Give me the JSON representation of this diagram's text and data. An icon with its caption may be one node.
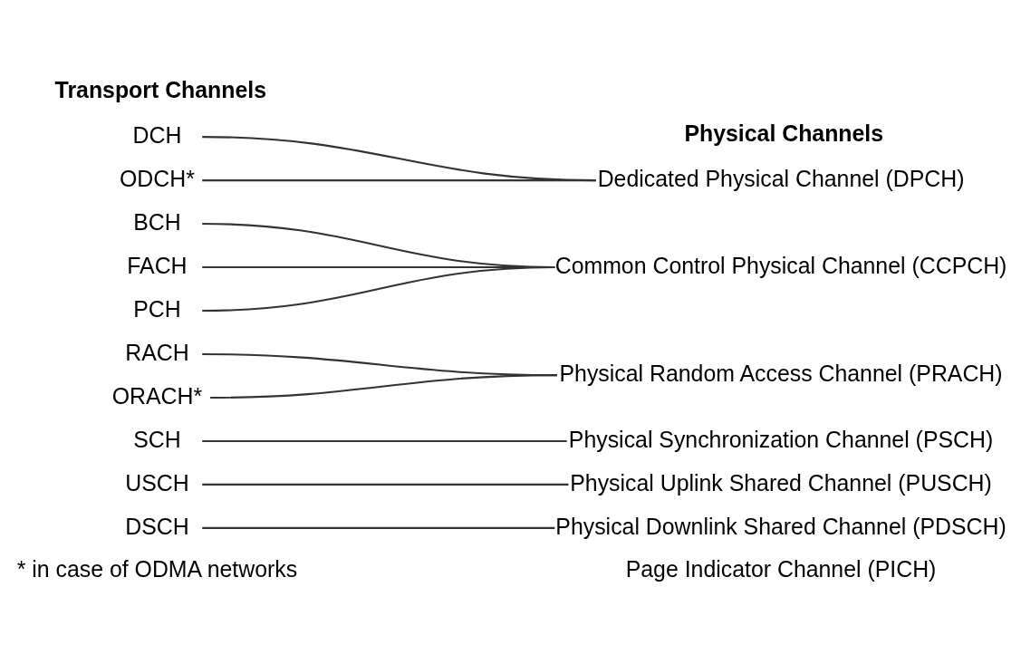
{
  "diagram": {
    "nodes": [
      {
        "text": [
          "DCH"
        ]
      },
      {
        "text": [
          "Dedicated Physical Channel (DPCH)"
        ]
      },
      {
        "text": [
          "ODCH*"
        ]
      },
      {
        "text": [
          "BCH"
        ]
      },
      {
        "text": [
          "Common Control Physical Channel (CCPCH)"
        ]
      },
      {
        "text": [
          "FACH"
        ]
      },
      {
        "text": [
          "PCH"
        ]
      },
      {
        "text": [
          "RACH"
        ]
      },
      {
        "text": [
          "Physical Random Access Channel (PRACH)"
        ]
      },
      {
        "text": [
          "ORACH*"
        ]
      },
      {
        "text": [
          "SCH"
        ]
      },
      {
        "text": [
          "Physical Synchronization Channel (PSCH)"
        ]
      },
      {
        "text": [
          "USCH"
        ]
      },
      {
        "text": [
          "Physical Uplink Shared Channel (PUSCH)"
        ]
      },
      {
        "text": [
          "DSCH"
        ]
      },
      {
        "text": [
          "Physical Downlink Shared Channel (PDSCH)"
        ]
      }
    ],
    "edges": [
      {
        "from": 0,
        "to": 1,
        "arrow": "none"
      },
      {
        "from": 2,
        "to": 1,
        "arrow": "none"
      },
      {
        "from": 3,
        "to": 4,
        "arrow": "none"
      },
      {
        "from": 5,
        "to": 4,
        "arrow": "none"
      },
      {
        "from": 6,
        "to": 4,
        "arrow": "none"
      },
      {
        "from": 7,
        "to": 8,
        "arrow": "none"
      },
      {
        "from": 9,
        "to": 8,
        "arrow": "none"
      },
      {
        "from": 10,
        "to": 11,
        "arrow": "none"
      },
      {
        "from": 12,
        "to": 13,
        "arrow": "none"
      },
      {
        "from": 14,
        "to": 15,
        "arrow": "none"
      }
    ],
    "labels": [
      "Transport Channels",
      "Physical Channels",
      "Page Indicator Channel (PICH)",
      "* in case of ODMA networks"
    ]
  }
}
